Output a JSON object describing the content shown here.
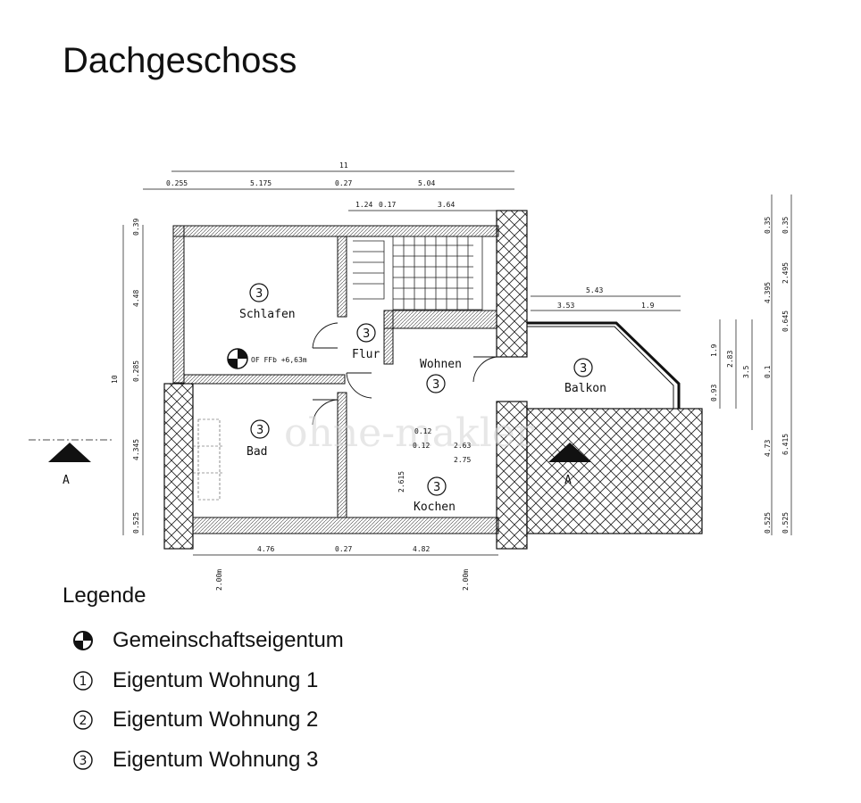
{
  "title": "Dachgeschoss",
  "rooms": {
    "schlafen": {
      "label": "Schlafen",
      "unit": "3"
    },
    "flur": {
      "label": "Flur",
      "unit": "3"
    },
    "wohnen": {
      "label": "Wohnen",
      "unit": "3"
    },
    "bad": {
      "label": "Bad",
      "unit": "3"
    },
    "kochen": {
      "label": "Kochen",
      "unit": "3"
    },
    "balkon": {
      "label": "Balkon",
      "unit": "3"
    }
  },
  "level_note": "OF FFb +6,63m",
  "section_marks": {
    "left": "A",
    "right": "A"
  },
  "watermark": "ohne-makler",
  "dimensions": {
    "top_total": "11",
    "top_row": [
      "0.255",
      "5.175",
      "0.27",
      "5.04"
    ],
    "top_inner": [
      "1.24",
      "0.17",
      "3.64"
    ],
    "balcony_top": "5.43",
    "balcony_row": [
      "3.53",
      "1.9"
    ],
    "bottom_row": [
      "4.76",
      "0.27",
      "4.82"
    ],
    "left_total": "10",
    "left_row": [
      "0.39",
      "4.48",
      "0.285",
      "4.345",
      "0.525"
    ],
    "right_outer": [
      "0.35",
      "4.395",
      "6.415",
      "0.525"
    ],
    "right_inner": [
      "0.35",
      "2.495",
      "0.645",
      "0.1",
      "4.73",
      "0.525"
    ],
    "balcony_right": [
      "1.9",
      "0.93",
      "2.83",
      "3.5"
    ],
    "kitchen": [
      "0.12",
      "0.12",
      "2.63",
      "2.75",
      "2.615"
    ],
    "wall_heights": [
      "2.00m",
      "2.00m"
    ]
  },
  "legend": {
    "heading": "Legende",
    "items": [
      {
        "icon": "quartered-circle-icon",
        "label": "Gemeinschaftseigentum"
      },
      {
        "icon": "circled-one-icon",
        "symbol": "1",
        "label": "Eigentum Wohnung 1"
      },
      {
        "icon": "circled-two-icon",
        "symbol": "2",
        "label": "Eigentum Wohnung 2"
      },
      {
        "icon": "circled-three-icon",
        "symbol": "3",
        "label": "Eigentum Wohnung 3"
      }
    ]
  }
}
